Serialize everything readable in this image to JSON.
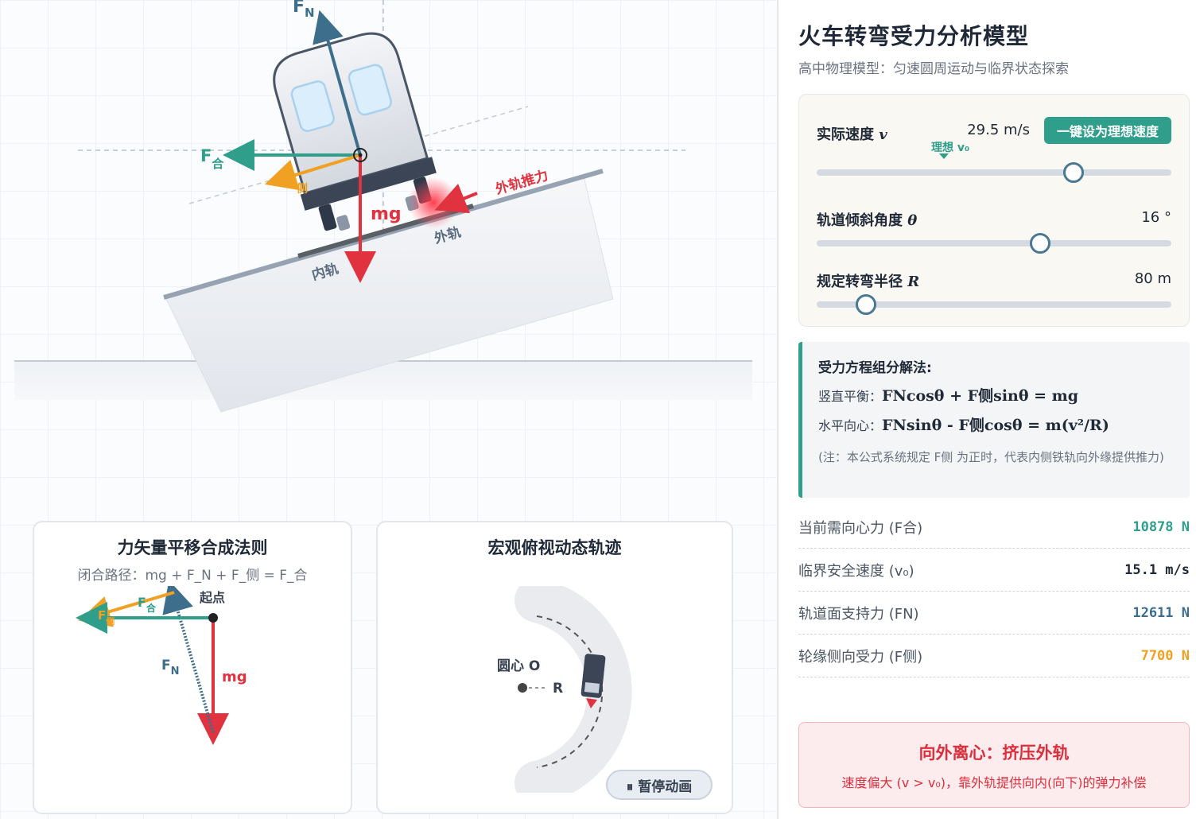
{
  "header": {
    "title": "火车转弯受力分析模型",
    "subtitle": "高中物理模型：匀速圆周运动与临界状态探索"
  },
  "controls": {
    "speed": {
      "label": "实际速度",
      "symbol": "v",
      "value": "29.5 m/s",
      "fraction": 0.725
    },
    "ideal_button": "一键设为理想速度",
    "ideal_marker": "理想 v₀",
    "angle": {
      "label": "轨道倾斜角度",
      "symbol": "θ",
      "value": "16 °",
      "fraction": 0.63
    },
    "radius": {
      "label": "规定转弯半径",
      "symbol": "R",
      "value": "80 m",
      "fraction": 0.14
    }
  },
  "equations": {
    "title": "受力方程组分解法:",
    "vertical_label": "竖直平衡：",
    "vertical_eq": "FNcosθ + F侧sinθ = mg",
    "horizontal_label": "水平向心：",
    "horizontal_eq": "FNsinθ - F侧cosθ = m(v²/R)",
    "note": "(注：本公式系统规定 F侧 为正时，代表内侧铁轨向外缘提供推力)"
  },
  "stats": [
    {
      "label": "当前需向心力 (F合)",
      "value": "10878 N",
      "color": "#2f9e8a"
    },
    {
      "label": "临界安全速度 (v₀)",
      "value": "15.1 m/s",
      "color": "#1f2937"
    },
    {
      "label": "轨道面支持力 (FN)",
      "value": "12611 N",
      "color": "#3d6e8c"
    },
    {
      "label": "轮缘侧向受力 (F侧)",
      "value": "7700 N",
      "color": "#f0a022"
    }
  ],
  "status": {
    "title": "向外离心：挤压外轨",
    "text": "速度偏大 (v > v₀)，靠外轨提供向内(向下)的弹力补偿"
  },
  "diagram": {
    "fn": "F",
    "fn_sub": "N",
    "fhe": "F",
    "fhe_sub": "合",
    "fce": "F",
    "fce_sub": "侧",
    "mg": "mg",
    "inner_rail": "内轨",
    "outer_rail": "外轨",
    "outer_push": "外轨推力"
  },
  "vector_card": {
    "title": "力矢量平移合成法则",
    "subtitle": "闭合路径：mg + F_N + F_侧 = F_合",
    "start": "起点",
    "mg": "mg",
    "fn": "F",
    "fn_sub": "N",
    "fhe": "F",
    "fhe_sub": "合",
    "fce": "F",
    "fce_sub": "侧"
  },
  "top_view": {
    "title": "宏观俯视动态轨迹",
    "center": "圆心 O",
    "radius": "R",
    "pause": "⏸ 暂停动画"
  },
  "colors": {
    "teal": "#2f9e8a",
    "blue": "#3d6e8c",
    "orange": "#f0a022",
    "red": "#e0323f"
  }
}
